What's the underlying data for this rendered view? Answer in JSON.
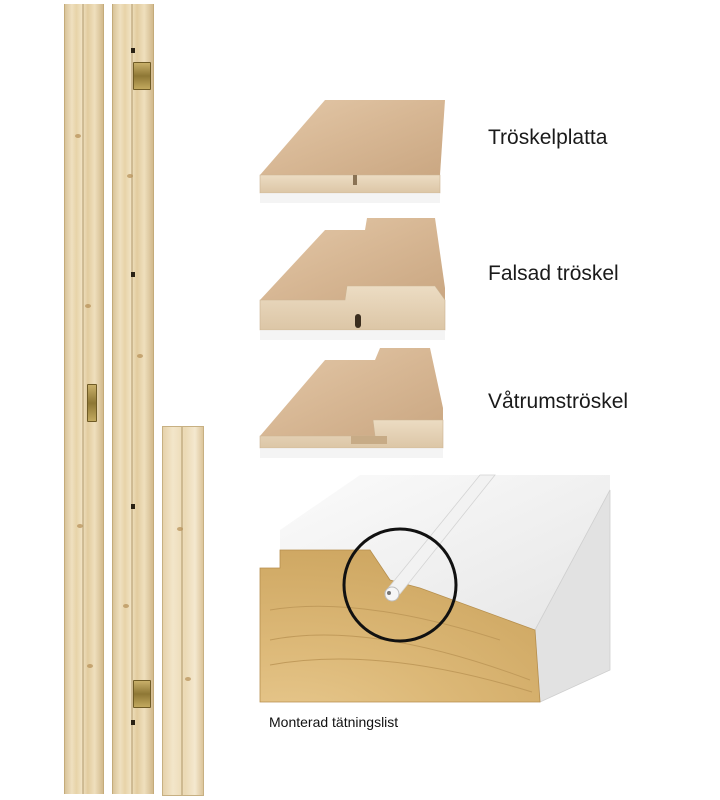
{
  "profiles": [
    {
      "label": "Tröskelplatta",
      "icon": "threshold-plate-profile"
    },
    {
      "label": "Falsad tröskel",
      "icon": "rebated-threshold-profile"
    },
    {
      "label": "Våtrumströskel",
      "icon": "wet-room-threshold-profile"
    }
  ],
  "seal": {
    "caption": "Monterad tätningslist"
  },
  "colors": {
    "wood_light": "#efe0bf",
    "wood_mid": "#d9c49a",
    "white_paint": "#f4f4f4",
    "hinge": "#a88f45"
  }
}
